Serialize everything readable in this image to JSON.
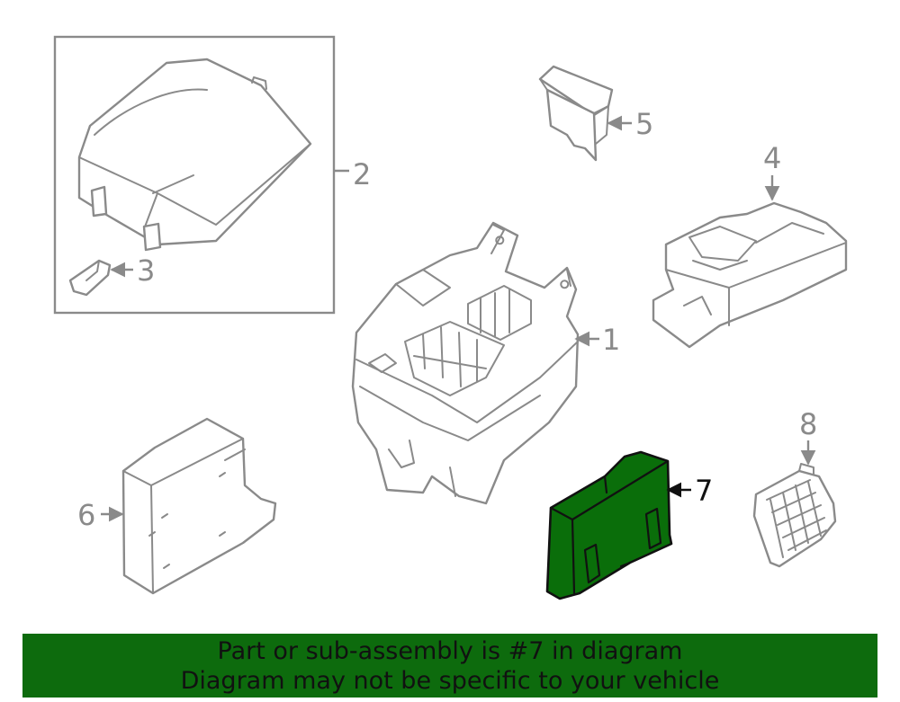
{
  "callouts": {
    "c1": "1",
    "c2": "2",
    "c3": "3",
    "c4": "4",
    "c5": "5",
    "c6": "6",
    "c7": "7",
    "c8": "8"
  },
  "highlight": {
    "part_number": "7",
    "fill_color": "#0a6e0a",
    "line_color": "#8a8a8a"
  },
  "banner": {
    "line1": "Part or sub-assembly is #7 in diagram",
    "line2": "Diagram may not be specific to your vehicle",
    "background": "#0d6b0d"
  }
}
